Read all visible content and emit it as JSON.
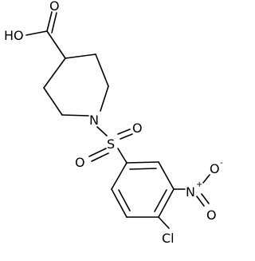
{
  "molecule": {
    "atoms": {
      "carboxyl_oh": "HO",
      "carbonyl_o": "O",
      "ring_n": "N",
      "sulfonyl_s": "S",
      "sulfonyl_o_left": "O",
      "sulfonyl_o_right": "O",
      "nitro_n": "N",
      "nitro_n_charge": "+",
      "nitro_o_top": "O",
      "nitro_o_top_charge": "-",
      "nitro_o_bottom": "O",
      "chlorine": "Cl"
    },
    "colors": {
      "bonds": "#000000",
      "labels": "#000000",
      "background": "#ffffff"
    }
  }
}
